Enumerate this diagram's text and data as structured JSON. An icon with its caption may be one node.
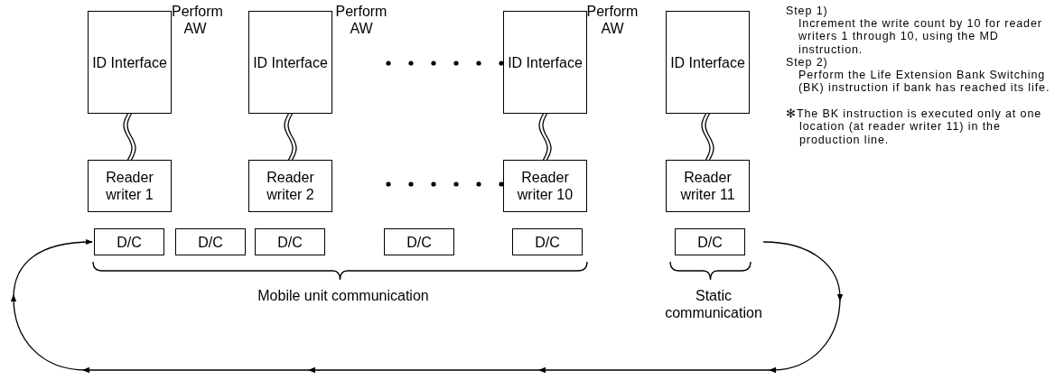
{
  "diagram": {
    "nodes": [
      {
        "text": [
          "ID Interface"
        ]
      },
      {
        "text": [
          "ID Interface"
        ]
      },
      {
        "text": [
          "ID Interface"
        ]
      },
      {
        "text": [
          "ID Interface"
        ]
      },
      {
        "text": [
          "Reader writer 1"
        ]
      },
      {
        "text": [
          "Reader writer 2"
        ]
      },
      {
        "text": [
          "Reader writer 10"
        ]
      },
      {
        "text": [
          "Reader writer 11"
        ]
      },
      {
        "text": [
          "D/C"
        ]
      },
      {
        "text": [
          "D/C"
        ]
      },
      {
        "text": [
          "D/C"
        ]
      },
      {
        "text": [
          "D/C"
        ]
      },
      {
        "text": [
          "D/C"
        ]
      },
      {
        "text": [
          "D/C"
        ]
      }
    ],
    "edges": [
      {
        "from": 0,
        "to": 4,
        "arrow": "none"
      },
      {
        "from": 1,
        "to": 5,
        "arrow": "none"
      },
      {
        "from": 2,
        "to": 6,
        "arrow": "none"
      },
      {
        "from": 3,
        "to": 7,
        "arrow": "none"
      },
      {
        "from": 13,
        "to": 8,
        "arrow": "to"
      }
    ],
    "labels": [
      "Perform AW",
      "Perform AW",
      "Perform AW",
      "Step 1)",
      "Increment the write count by 10 for reader writers 1 through 10, using the MD instruction.",
      "Step 2)",
      "Perform the Life Extension Bank Switching (BK) instruction if bank has reached its life.",
      "✻The BK instruction is executed only at one location (at reader writer 11) in the production line.",
      "Mobile unit communication",
      "Static communication"
    ]
  }
}
